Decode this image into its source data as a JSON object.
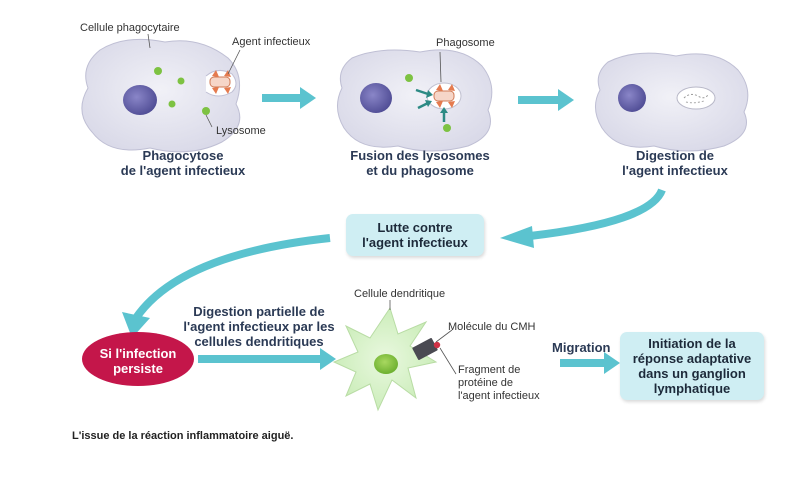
{
  "labels": {
    "phagocyte": "Cellule phagocytaire",
    "agent": "Agent infectieux",
    "lysosome": "Lysosome",
    "phagosome": "Phagosome",
    "dendritic": "Cellule dendritique",
    "cmh": "Molécule du CMH",
    "fragment_1": "Fragment de",
    "fragment_2": "protéine de",
    "fragment_3": "l'agent infectieux"
  },
  "steps": {
    "phagocytose_1": "Phagocytose",
    "phagocytose_2": "de l'agent infectieux",
    "fusion_1": "Fusion des lysosomes",
    "fusion_2": "et du phagosome",
    "digestion_1": "Digestion de",
    "digestion_2": "l'agent infectieux",
    "partial_1": "Digestion partielle de",
    "partial_2": "l'agent infectieux par les",
    "partial_3": "cellules dendritiques",
    "migration": "Migration"
  },
  "boxes": {
    "lutte_1": "Lutte contre",
    "lutte_2": "l'agent infectieux",
    "persiste_1": "Si l'infection",
    "persiste_2": "persiste",
    "initiation_1": "Initiation de la",
    "initiation_2": "réponse adaptative",
    "initiation_3": "dans un ganglion",
    "initiation_4": "lymphatique"
  },
  "caption": "L'issue de la réaction inflammatoire aiguë.",
  "colors": {
    "cell": "#e3e3ef",
    "nucleus": "#5a57a0",
    "lysosome": "#7dc242",
    "arrow": "#5bc3cf",
    "box": "#cfeef3",
    "persist": "#c4164a",
    "dendritic": "#cdeec0"
  }
}
